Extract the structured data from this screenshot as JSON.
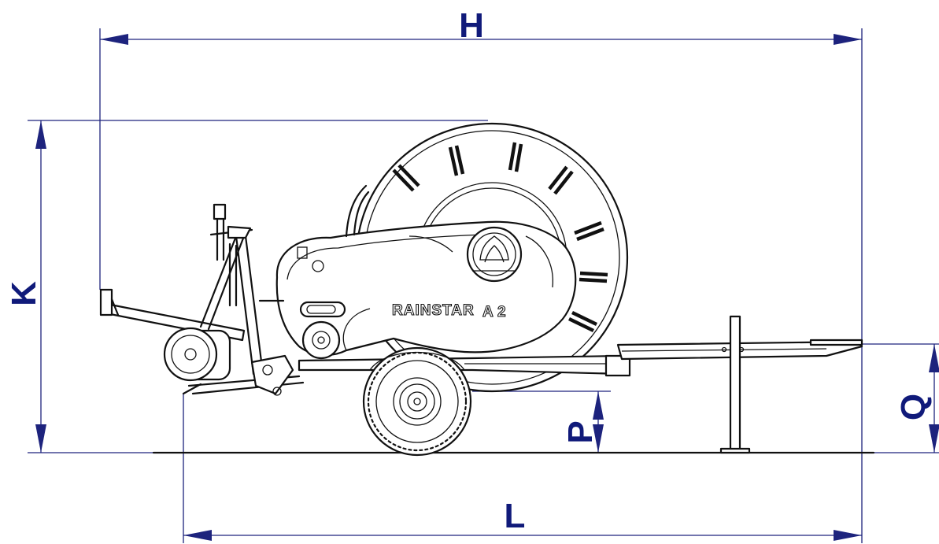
{
  "dimensions": {
    "H": "H",
    "K": "K",
    "L": "L",
    "P": "P",
    "Q": "Q"
  },
  "machine": {
    "brand": "RAINSTAR",
    "model_letter": "A",
    "model_number": "2"
  },
  "colors": {
    "dimension": "#1d237d",
    "label": "#101a7a",
    "machine": "#111111"
  }
}
